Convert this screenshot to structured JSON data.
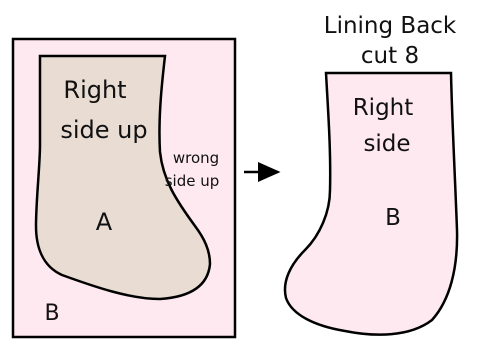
{
  "left_panel": {
    "stocking_a": {
      "line1": "Right",
      "line2": "side up",
      "letter": "A"
    },
    "side_note": {
      "line1": "wrong",
      "line2": "side up"
    },
    "corner_letter": "B"
  },
  "right_panel": {
    "title": {
      "line1": "Lining Back",
      "line2": "cut 8"
    },
    "stocking_b": {
      "line1": "Right",
      "line2": "side",
      "letter": "B"
    }
  },
  "colors": {
    "left_background": "#fde9ef",
    "stocking_a_fill": "#e8dcd3",
    "stocking_b_fill": "#fde9ef",
    "outline": "#000000"
  }
}
